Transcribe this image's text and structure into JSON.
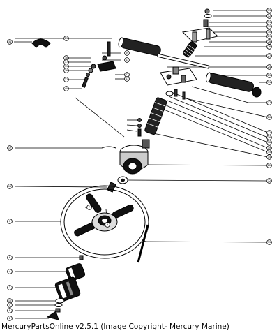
{
  "caption": "MercuryPartsOnline v2.5.1 (Image Copyright- Mercury Marine)",
  "callouts": [
    {
      "id": "c-r1",
      "label": "13"
    },
    {
      "id": "c-r2",
      "label": "12"
    },
    {
      "id": "c-r3",
      "label": "11"
    },
    {
      "id": "c-r4",
      "label": "10"
    },
    {
      "id": "c-r5",
      "label": "30"
    },
    {
      "id": "c-r6",
      "label": "29"
    },
    {
      "id": "c-r7",
      "label": "28"
    },
    {
      "id": "c-r8",
      "label": "26"
    },
    {
      "id": "c-r9",
      "label": "27"
    },
    {
      "id": "c-r10",
      "label": "24"
    },
    {
      "id": "c-r11",
      "label": "25"
    },
    {
      "id": "c-r12",
      "label": "31"
    },
    {
      "id": "c-r13",
      "label": "17"
    },
    {
      "id": "c-r14",
      "label": "20"
    },
    {
      "id": "c-r15",
      "label": "21"
    },
    {
      "id": "c-r16",
      "label": "16"
    },
    {
      "id": "c-r17",
      "label": "18"
    },
    {
      "id": "c-r18",
      "label": "19"
    },
    {
      "id": "c-r19",
      "label": "15"
    },
    {
      "id": "c-r20",
      "label": "14"
    },
    {
      "id": "c-l1",
      "label": "34"
    },
    {
      "id": "c-l2",
      "label": "23"
    },
    {
      "id": "c-l3",
      "label": "38"
    },
    {
      "id": "c-l4",
      "label": "37"
    },
    {
      "id": "c-l5",
      "label": "35"
    },
    {
      "id": "c-l6",
      "label": "36"
    },
    {
      "id": "c-l7",
      "label": "37"
    },
    {
      "id": "c-l8",
      "label": "40"
    },
    {
      "id": "c-l9",
      "label": "17"
    },
    {
      "id": "c-l10",
      "label": "11"
    },
    {
      "id": "c-l11",
      "label": "1"
    },
    {
      "id": "c-l12",
      "label": "6"
    },
    {
      "id": "c-l13",
      "label": "4"
    },
    {
      "id": "c-l14",
      "label": "3"
    },
    {
      "id": "c-l15",
      "label": "10"
    },
    {
      "id": "c-l16",
      "label": "5"
    },
    {
      "id": "c-l17",
      "label": "8"
    },
    {
      "id": "c-l18",
      "label": "2"
    },
    {
      "id": "c-m1",
      "label": "22"
    },
    {
      "id": "c-m2",
      "label": "32"
    },
    {
      "id": "c-m3",
      "label": "33"
    },
    {
      "id": "c-m4",
      "label": "39"
    },
    {
      "id": "c-m5",
      "label": "43"
    },
    {
      "id": "c-m6",
      "label": "42"
    },
    {
      "id": "c-m7",
      "label": "41"
    },
    {
      "id": "c-m8",
      "label": "7"
    },
    {
      "id": "c-m9",
      "label": "9"
    }
  ]
}
